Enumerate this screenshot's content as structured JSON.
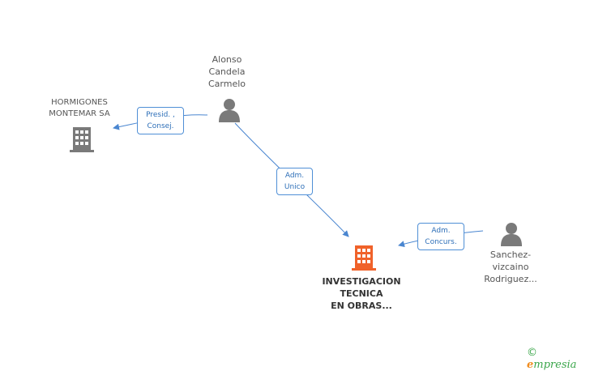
{
  "nodes": {
    "person_top": {
      "lines": [
        "Alonso",
        "Candela",
        "Carmelo"
      ]
    },
    "company_left": {
      "lines": [
        "HORMIGONES",
        "MONTEMAR SA"
      ]
    },
    "company_main": {
      "lines": [
        "INVESTIGACION",
        "TECNICA",
        "EN OBRAS..."
      ]
    },
    "person_right": {
      "lines": [
        "Sanchez-",
        "vizcaino",
        "Rodriguez..."
      ]
    }
  },
  "edges": {
    "presid": {
      "lines": [
        "Presid. ,",
        "Consej."
      ]
    },
    "adm_unico": {
      "lines": [
        "Adm.",
        "Unico"
      ]
    },
    "adm_concurs": {
      "lines": [
        "Adm.",
        "Concurs."
      ]
    }
  },
  "colors": {
    "edge": "#4a86d0",
    "person_icon": "#7a7a7a",
    "company_icon": "#7a7a7a",
    "main_company_icon": "#f0622a"
  },
  "footer": {
    "copyright_symbol": "©",
    "brand_e": "e",
    "brand_rest": "mpresia"
  }
}
